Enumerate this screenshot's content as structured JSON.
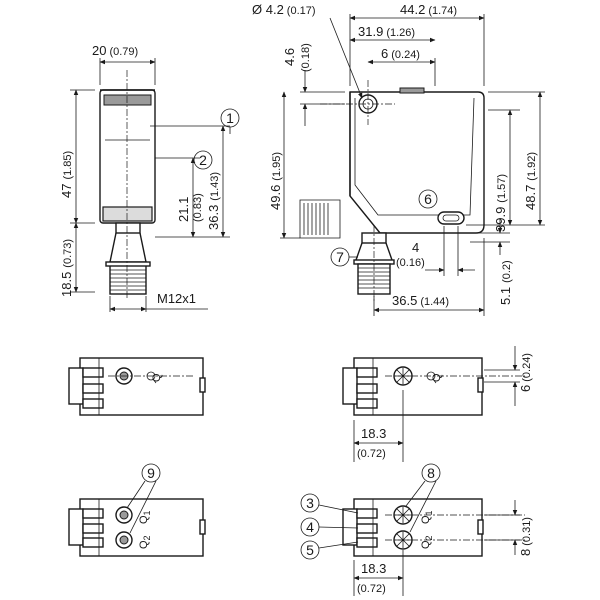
{
  "front_view": {
    "width_dim": "20",
    "width_dim_in": "(0.79)",
    "height_dim": "47",
    "height_dim_in": "(1.85)",
    "lens_dim": "21.1",
    "lens_dim_in": "(0.83)",
    "mid_dim": "36.3",
    "mid_dim_in": "(1.43)",
    "conn_dim": "18.5",
    "conn_dim_in": "(0.73)",
    "thread_label": "M12x1"
  },
  "side_view": {
    "hole_dim": "Ø 4.2",
    "hole_dim_in": "(0.17)",
    "overall_width": "44.2",
    "overall_width_in": "(1.74)",
    "hole_pos": "31.9",
    "hole_pos_in": "(1.26)",
    "hole_edge": "6",
    "hole_edge_in": "(0.24)",
    "top_offset": "4.6",
    "top_offset_in": "(0.18)",
    "left_height": "49.6",
    "left_height_in": "(1.95)",
    "right_height": "39.9",
    "right_height_in": "(1.57)",
    "overall_height": "48.7",
    "overall_height_in": "(1.92)",
    "slot_dim": "4",
    "slot_dim_in": "(0.16)",
    "bottom_offset": "5.1",
    "bottom_offset_in": "(0.2)",
    "conn_pos": "36.5",
    "conn_pos_in": "(1.44)"
  },
  "top_views": {
    "single_led_offset": "6",
    "single_led_offset_in": "(0.24)",
    "base_dim": "18.3",
    "base_dim_in": "(0.72)",
    "double_led_offset": "8",
    "double_led_offset_in": "(0.31)",
    "base_dim_b": "18.3",
    "base_dim_b_in": "(0.72)",
    "q_label": "Q",
    "q1_label": "Q",
    "q1_sub": "1",
    "q2_label": "Q",
    "q2_sub": "2",
    "q_label_b": "Q",
    "q1_label_b": "Q",
    "q2_label_b": "Q"
  },
  "callouts": [
    "1",
    "2",
    "3",
    "4",
    "5",
    "6",
    "7",
    "8",
    "9"
  ]
}
